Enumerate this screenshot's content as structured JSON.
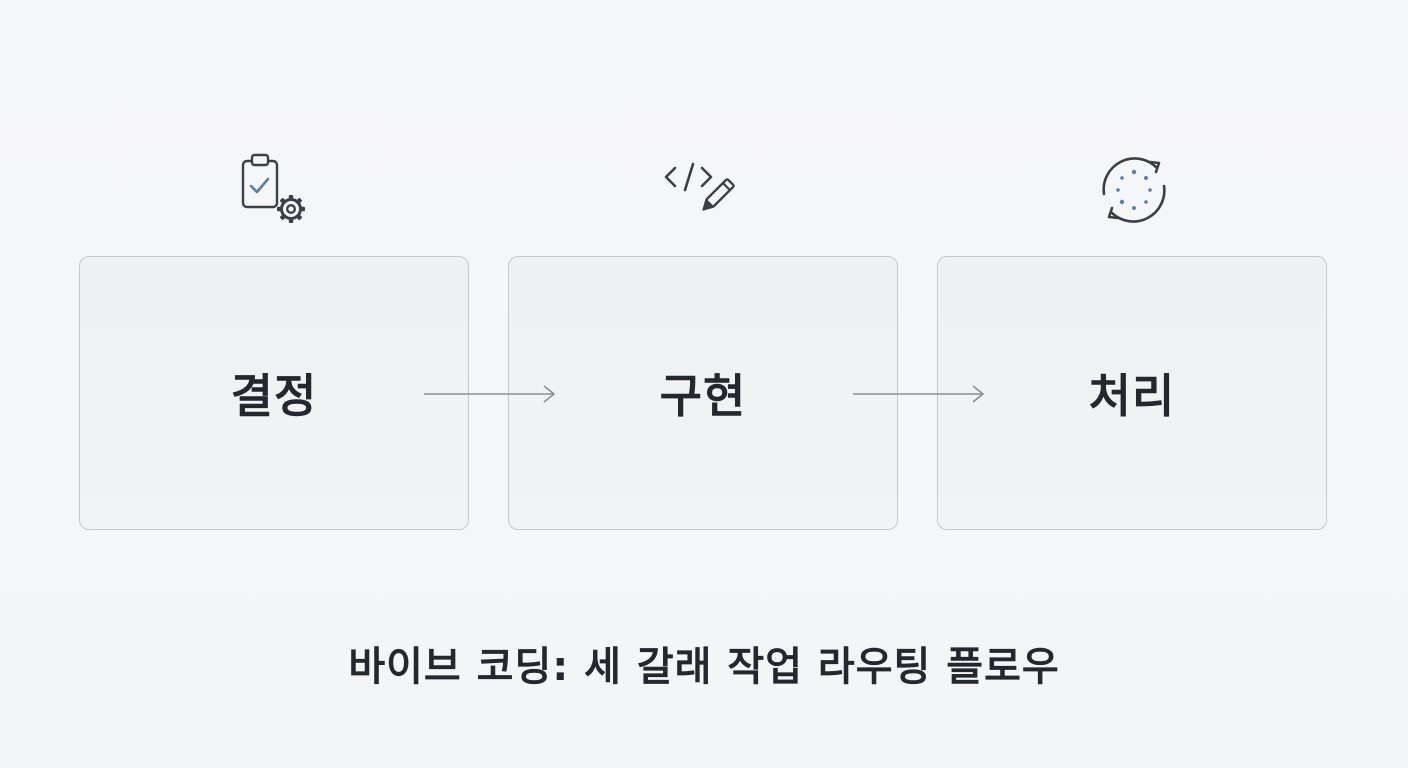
{
  "steps": [
    {
      "label": "결정",
      "icon": "clipboard-gear-icon"
    },
    {
      "label": "구현",
      "icon": "code-pencil-icon"
    },
    {
      "label": "처리",
      "icon": "refresh-cycle-icon"
    }
  ],
  "caption": "바이브 코딩: 세 갈래 작업 라우팅 플로우",
  "colors": {
    "background": "#f5f6f8",
    "box_fill": "#eef0f3",
    "box_border": "#c5c9cf",
    "text": "#23272e",
    "icon_stroke": "#3a4048",
    "icon_accent": "#5b7fa8",
    "arrow": "#8a9097"
  }
}
